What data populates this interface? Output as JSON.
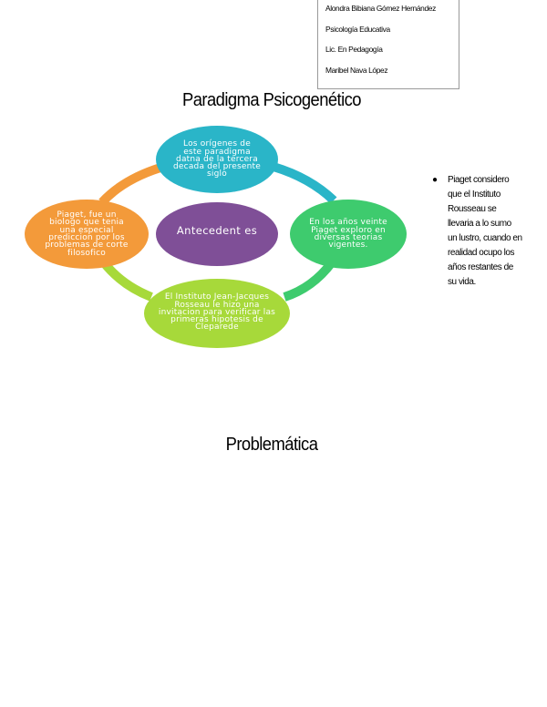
{
  "header_box": {
    "lines": [
      "Alondra Bibiana Gómez Hernández",
      "Psicología Educativa",
      "Lic. En Pedagogía",
      "Maribel Nava López"
    ]
  },
  "title_1": "Paradigma Psicogenético",
  "diagram": {
    "center": "Antecedent es",
    "nodes": {
      "top": "Los orígenes de este paradigma datna de la tercera decada del presente siglo",
      "right": "En los años veinte Piaget exploro en diversas teorias vigentes.",
      "bottom": "El Instituto Jean-Jacques Rosseau le hizo una invitacion para verificar las primeras hipotesis de Cleparede",
      "left": "Piaget,  fue un biologo que tenia una especial prediccion por los problemas de corte filosofico"
    },
    "colors": {
      "top": "#2ab5c8",
      "right": "#3ecb6e",
      "bottom": "#a7d93a",
      "left": "#f39a3a",
      "center": "#7f4f97"
    }
  },
  "bullet": "Piaget considero que el Instituto Rousseau se llevaria a lo sumo un lustro, cuando en realidad ocupo los años restantes de su vida.",
  "title_2": "Problemática"
}
